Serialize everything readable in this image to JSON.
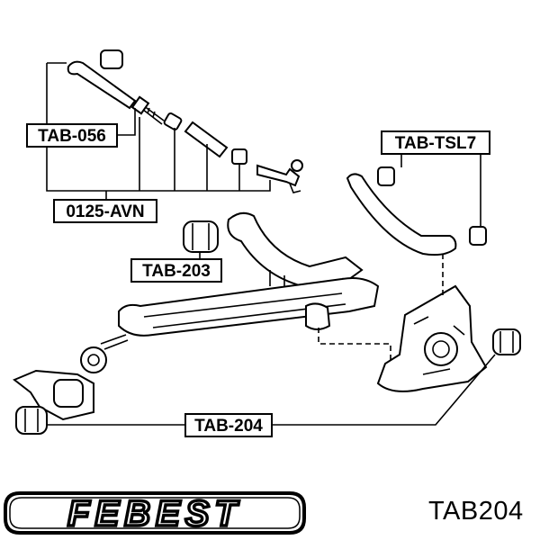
{
  "labels": {
    "tab_056": "TAB-056",
    "avn_0125": "0125-AVN",
    "tab_tsl7": "TAB-TSL7",
    "tab_203": "TAB-203",
    "tab_204": "TAB-204"
  },
  "brand": {
    "logo_text": "FEBEST",
    "color": "#000000"
  },
  "part_code": "TAB204"
}
